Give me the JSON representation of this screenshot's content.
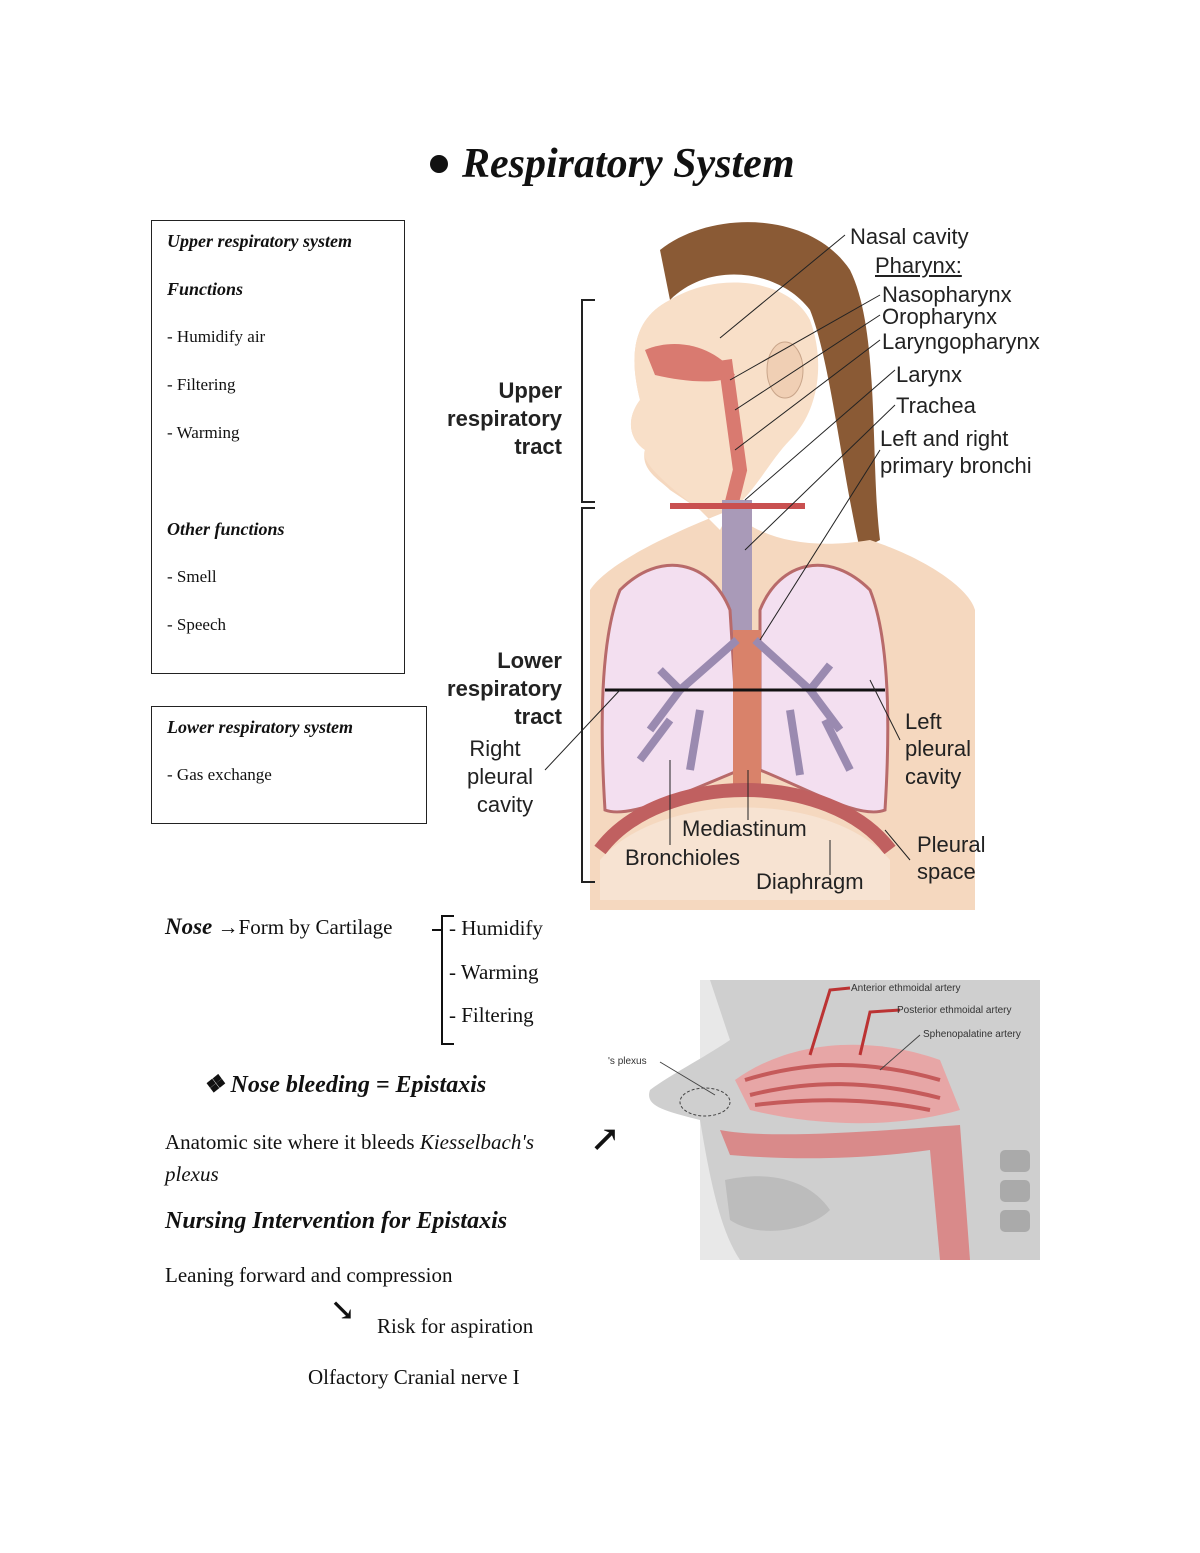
{
  "title": "Respiratory System",
  "upper_box": {
    "heading": "Upper respiratory system",
    "functions_heading": "Functions",
    "functions": [
      "- Humidify air",
      "- Filtering",
      "- Warming"
    ],
    "other_heading": "Other functions",
    "other": [
      "- Smell",
      "- Speech"
    ]
  },
  "lower_box": {
    "heading": "Lower respiratory system",
    "items": [
      "- Gas exchange"
    ]
  },
  "diagram": {
    "labels": {
      "nasal_cavity": "Nasal cavity",
      "pharynx": "Pharynx:",
      "nasopharynx": "Nasopharynx",
      "oropharynx": "Oropharynx",
      "laryngopharynx": "Laryngopharynx",
      "larynx": "Larynx",
      "trachea": "Trachea",
      "bronchi_1": "Left and right",
      "bronchi_2": "primary bronchi",
      "upper_1": "Upper",
      "upper_2": "respiratory",
      "upper_3": "tract",
      "lower_1": "Lower",
      "lower_2": "respiratory",
      "lower_3": "tract",
      "right_pleural_1": "Right",
      "right_pleural_2": "pleural",
      "right_pleural_3": "cavity",
      "left_pleural_1": "Left",
      "left_pleural_2": "pleural",
      "left_pleural_3": "cavity",
      "mediastinum": "Mediastinum",
      "bronchioles": "Bronchioles",
      "diaphragm": "Diaphragm",
      "pleural_space_1": "Pleural",
      "pleural_space_2": "space"
    }
  },
  "nose": {
    "label": "Nose",
    "arrow": "→",
    "form": "Form by Cartilage",
    "items": [
      "- Humidify",
      "- Warming",
      "- Filtering"
    ]
  },
  "epistaxis": {
    "bullet": "❖",
    "heading": "Nose bleeding = Epistaxis",
    "site_prefix": "Anatomic site where it bleeds ",
    "site_italic_1": "Kiesselbach's",
    "site_italic_2": "plexus",
    "arrow": "↗"
  },
  "nursing": {
    "heading": "Nursing Intervention for Epistaxis",
    "action": "Leaning forward and compression",
    "arrow": "↘",
    "risk": "Risk for aspiration",
    "nerve": "Olfactory Cranial nerve I"
  },
  "nasal_diagram": {
    "anterior": "Anterior ethmoidal artery",
    "posterior": "Posterior ethmoidal artery",
    "sphenopalatine": "Sphenopalatine artery",
    "plexus": "'s plexus"
  }
}
